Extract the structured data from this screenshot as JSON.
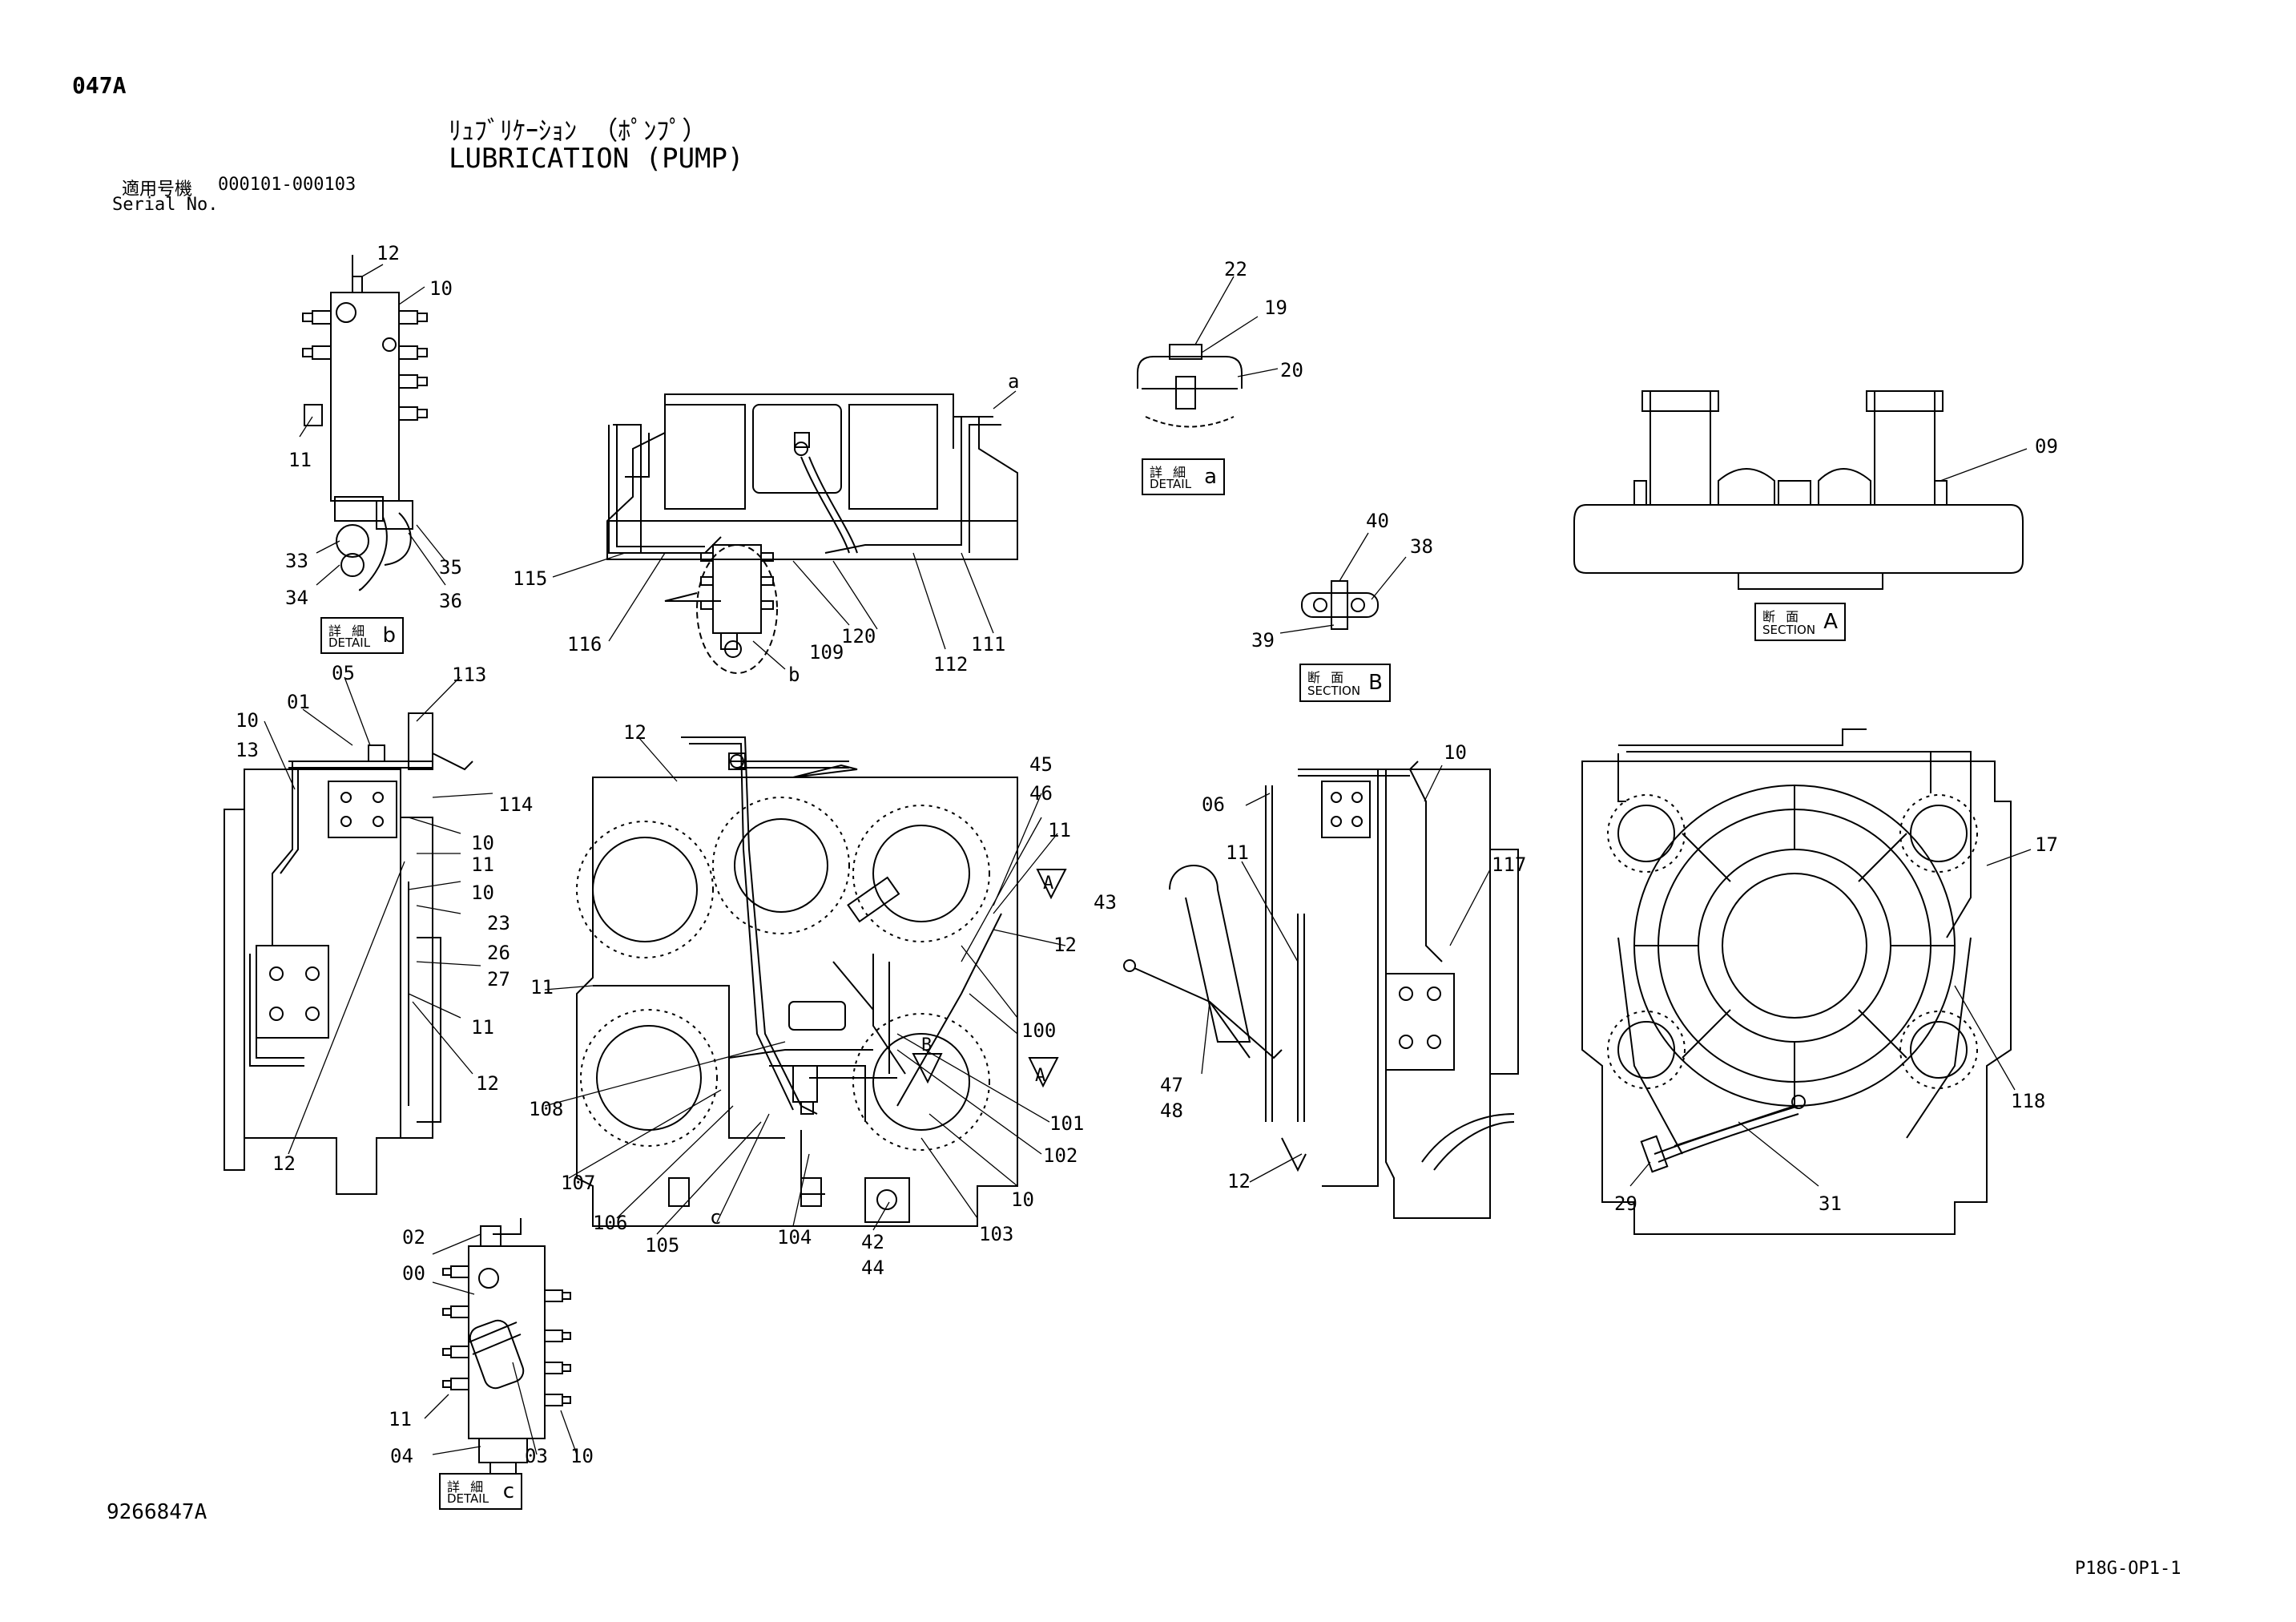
{
  "header": {
    "page_code": "047A",
    "title_jp": "ﾘｭﾌﾞﾘｹｰｼｮﾝ （ﾎﾟﾝﾌﾟ）",
    "title_en": "LUBRICATION (PUMP)",
    "serial_label_jp": "適用号機",
    "serial_range": "000101-000103",
    "serial_label_en": "Serial No."
  },
  "footer": {
    "drawing_number": "9266847A",
    "sheet_code": "P18G-OP1-1"
  },
  "plates": {
    "detail_b": {
      "jp": "詳 細",
      "en": "DETAIL",
      "letter": "b"
    },
    "detail_a": {
      "jp": "詳 細",
      "en": "DETAIL",
      "letter": "a"
    },
    "detail_c": {
      "jp": "詳 細",
      "en": "DETAIL",
      "letter": "c"
    },
    "section_a": {
      "jp": "断 面",
      "en": "SECTION",
      "letter": "A"
    },
    "section_b": {
      "jp": "断 面",
      "en": "SECTION",
      "letter": "B"
    }
  },
  "callouts": {
    "detail_b": [
      "12",
      "10",
      "11",
      "33",
      "34",
      "35",
      "36"
    ],
    "top_view": [
      "a",
      "115",
      "116",
      "b",
      "109",
      "120",
      "112",
      "111"
    ],
    "detail_a": [
      "22",
      "19",
      "20"
    ],
    "section_b": [
      "40",
      "38",
      "39"
    ],
    "section_a": [
      "09"
    ],
    "left_side": [
      "10",
      "13",
      "01",
      "05",
      "113",
      "114",
      "10",
      "11",
      "10",
      "23",
      "26",
      "27",
      "11",
      "12",
      "12"
    ],
    "main_view": [
      "12",
      "45",
      "46",
      "11",
      "A",
      "43",
      "12",
      "11",
      "100",
      "B",
      "108",
      "A",
      "101",
      "102",
      "107",
      "10",
      "106",
      "105",
      "c",
      "104",
      "42",
      "44",
      "103"
    ],
    "right_side": [
      "10",
      "06",
      "117",
      "11",
      "47",
      "48",
      "12"
    ],
    "rear_view": [
      "17",
      "118",
      "29",
      "31"
    ],
    "detail_c": [
      "02",
      "00",
      "11",
      "04",
      "03",
      "10"
    ]
  }
}
